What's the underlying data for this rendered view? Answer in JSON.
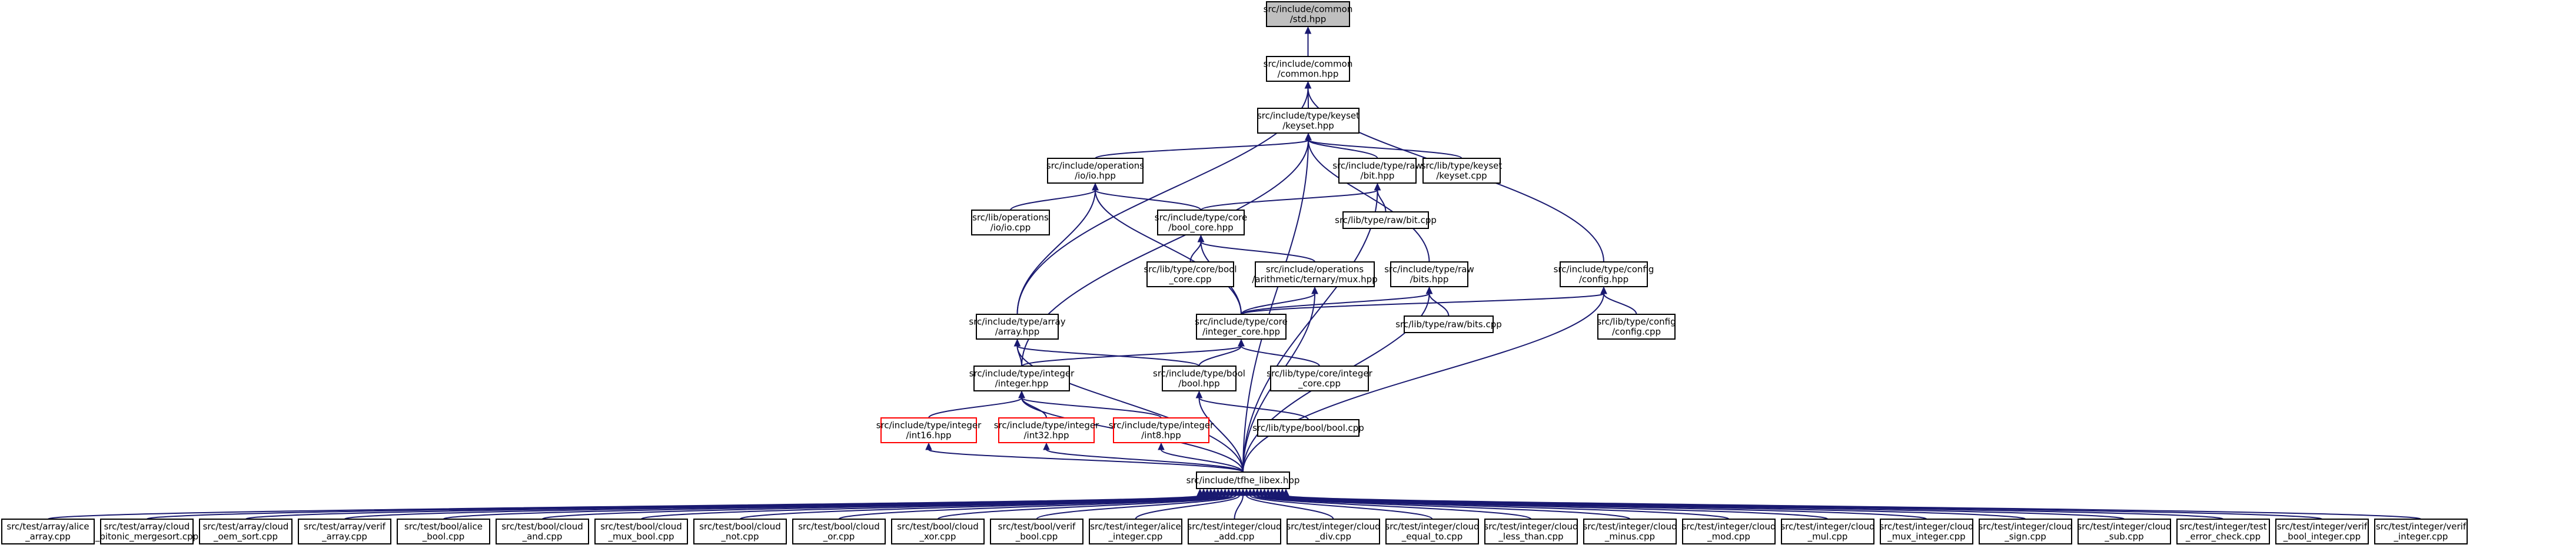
{
  "graph": {
    "colors": {
      "edge": "#191970",
      "root_fill": "#bfbfbf",
      "node_border": "#000000",
      "missing_border": "#ff0000"
    },
    "nodes": [
      {
        "id": "std",
        "lines": [
          "src/include/common",
          "/std.hpp"
        ],
        "style": "root"
      },
      {
        "id": "common",
        "lines": [
          "src/include/common",
          "/common.hpp"
        ]
      },
      {
        "id": "keyset",
        "lines": [
          "src/include/type/keyset",
          "/keyset.hpp"
        ]
      },
      {
        "id": "io",
        "lines": [
          "src/include/operations",
          "/io/io.hpp"
        ]
      },
      {
        "id": "rawbit",
        "lines": [
          "src/include/type/raw",
          "/bit.hpp"
        ]
      },
      {
        "id": "keysetcpp",
        "lines": [
          "src/lib/type/keyset",
          "/keyset.cpp"
        ]
      },
      {
        "id": "iocpp",
        "lines": [
          "src/lib/operations",
          "/io/io.cpp"
        ]
      },
      {
        "id": "boolcore",
        "lines": [
          "src/include/type/core",
          "/bool_core.hpp"
        ]
      },
      {
        "id": "bitcpp",
        "lines": [
          "src/lib/type/raw/bit.cpp"
        ]
      },
      {
        "id": "boolcorecpp",
        "lines": [
          "src/lib/type/core/bool",
          "_core.cpp"
        ]
      },
      {
        "id": "mux",
        "lines": [
          "src/include/operations",
          "/arithmetic/ternary/mux.hpp"
        ]
      },
      {
        "id": "bits",
        "lines": [
          "src/include/type/raw",
          "/bits.hpp"
        ]
      },
      {
        "id": "config",
        "lines": [
          "src/include/type/config",
          "/config.hpp"
        ]
      },
      {
        "id": "array",
        "lines": [
          "src/include/type/array",
          "/array.hpp"
        ]
      },
      {
        "id": "intcore",
        "lines": [
          "src/include/type/core",
          "/integer_core.hpp"
        ]
      },
      {
        "id": "bitscpp",
        "lines": [
          "src/lib/type/raw/bits.cpp"
        ]
      },
      {
        "id": "configcpp",
        "lines": [
          "src/lib/type/config",
          "/config.cpp"
        ]
      },
      {
        "id": "integer",
        "lines": [
          "src/include/type/integer",
          "/integer.hpp"
        ]
      },
      {
        "id": "boolhpp",
        "lines": [
          "src/include/type/bool",
          "/bool.hpp"
        ]
      },
      {
        "id": "intcorecpp",
        "lines": [
          "src/lib/type/core/integer",
          "_core.cpp"
        ]
      },
      {
        "id": "int16",
        "lines": [
          "src/include/type/integer",
          "/int16.hpp"
        ],
        "style": "red"
      },
      {
        "id": "int32",
        "lines": [
          "src/include/type/integer",
          "/int32.hpp"
        ],
        "style": "red"
      },
      {
        "id": "int8",
        "lines": [
          "src/include/type/integer",
          "/int8.hpp"
        ],
        "style": "red"
      },
      {
        "id": "boolcpp",
        "lines": [
          "src/lib/type/bool/bool.cpp"
        ]
      },
      {
        "id": "tfhe",
        "lines": [
          "src/include/tfhe_libex.hpp"
        ]
      },
      {
        "id": "t0",
        "lines": [
          "src/test/array/alice",
          "_array.cpp"
        ]
      },
      {
        "id": "t1",
        "lines": [
          "src/test/array/cloud",
          "_bitonic_mergesort.cpp"
        ]
      },
      {
        "id": "t2",
        "lines": [
          "src/test/array/cloud",
          "_oem_sort.cpp"
        ]
      },
      {
        "id": "t3",
        "lines": [
          "src/test/array/verif",
          "_array.cpp"
        ]
      },
      {
        "id": "t4",
        "lines": [
          "src/test/bool/alice",
          "_bool.cpp"
        ]
      },
      {
        "id": "t5",
        "lines": [
          "src/test/bool/cloud",
          "_and.cpp"
        ]
      },
      {
        "id": "t6",
        "lines": [
          "src/test/bool/cloud",
          "_mux_bool.cpp"
        ]
      },
      {
        "id": "t7",
        "lines": [
          "src/test/bool/cloud",
          "_not.cpp"
        ]
      },
      {
        "id": "t8",
        "lines": [
          "src/test/bool/cloud",
          "_or.cpp"
        ]
      },
      {
        "id": "t9",
        "lines": [
          "src/test/bool/cloud",
          "_xor.cpp"
        ]
      },
      {
        "id": "t10",
        "lines": [
          "src/test/bool/verif",
          "_bool.cpp"
        ]
      },
      {
        "id": "t11",
        "lines": [
          "src/test/integer/alice",
          "_integer.cpp"
        ]
      },
      {
        "id": "t12",
        "lines": [
          "src/test/integer/cloud",
          "_add.cpp"
        ]
      },
      {
        "id": "t13",
        "lines": [
          "src/test/integer/cloud",
          "_div.cpp"
        ]
      },
      {
        "id": "t14",
        "lines": [
          "src/test/integer/cloud",
          "_equal_to.cpp"
        ]
      },
      {
        "id": "t15",
        "lines": [
          "src/test/integer/cloud",
          "_less_than.cpp"
        ]
      },
      {
        "id": "t16",
        "lines": [
          "src/test/integer/cloud",
          "_minus.cpp"
        ]
      },
      {
        "id": "t17",
        "lines": [
          "src/test/integer/cloud",
          "_mod.cpp"
        ]
      },
      {
        "id": "t18",
        "lines": [
          "src/test/integer/cloud",
          "_mul.cpp"
        ]
      },
      {
        "id": "t19",
        "lines": [
          "src/test/integer/cloud",
          "_mux_integer.cpp"
        ]
      },
      {
        "id": "t20",
        "lines": [
          "src/test/integer/cloud",
          "_sign.cpp"
        ]
      },
      {
        "id": "t21",
        "lines": [
          "src/test/integer/cloud",
          "_sub.cpp"
        ]
      },
      {
        "id": "t22",
        "lines": [
          "src/test/integer/test",
          "_error_check.cpp"
        ]
      },
      {
        "id": "t23",
        "lines": [
          "src/test/integer/verif",
          "_bool_integer.cpp"
        ]
      },
      {
        "id": "t24",
        "lines": [
          "src/test/integer/verif",
          "_integer.cpp"
        ]
      }
    ],
    "edges": [
      [
        "common",
        "std"
      ],
      [
        "keyset",
        "common"
      ],
      [
        "config",
        "common"
      ],
      [
        "array",
        "common"
      ],
      [
        "io",
        "keyset"
      ],
      [
        "rawbit",
        "keyset"
      ],
      [
        "keysetcpp",
        "keyset"
      ],
      [
        "bits",
        "keyset"
      ],
      [
        "integer",
        "keyset"
      ],
      [
        "tfhe",
        "keyset"
      ],
      [
        "iocpp",
        "io"
      ],
      [
        "boolcore",
        "io"
      ],
      [
        "array",
        "io"
      ],
      [
        "intcore",
        "io"
      ],
      [
        "bitcpp",
        "rawbit"
      ],
      [
        "boolcore",
        "rawbit"
      ],
      [
        "tfhe",
        "rawbit"
      ],
      [
        "boolcorecpp",
        "boolcore"
      ],
      [
        "mux",
        "boolcore"
      ],
      [
        "intcore",
        "boolcore"
      ],
      [
        "intcore",
        "mux"
      ],
      [
        "tfhe",
        "mux"
      ],
      [
        "intcore",
        "bits"
      ],
      [
        "bitscpp",
        "bits"
      ],
      [
        "tfhe",
        "bits"
      ],
      [
        "intcore",
        "config"
      ],
      [
        "configcpp",
        "config"
      ],
      [
        "tfhe",
        "config"
      ],
      [
        "integer",
        "array"
      ],
      [
        "boolhpp",
        "array"
      ],
      [
        "tfhe",
        "array"
      ],
      [
        "integer",
        "intcore"
      ],
      [
        "boolhpp",
        "intcore"
      ],
      [
        "intcorecpp",
        "intcore"
      ],
      [
        "int16",
        "integer"
      ],
      [
        "int32",
        "integer"
      ],
      [
        "int8",
        "integer"
      ],
      [
        "tfhe",
        "integer"
      ],
      [
        "boolcpp",
        "boolhpp"
      ],
      [
        "tfhe",
        "boolhpp"
      ],
      [
        "tfhe",
        "int16"
      ],
      [
        "tfhe",
        "int32"
      ],
      [
        "tfhe",
        "int8"
      ],
      [
        "t0",
        "tfhe"
      ],
      [
        "t1",
        "tfhe"
      ],
      [
        "t2",
        "tfhe"
      ],
      [
        "t3",
        "tfhe"
      ],
      [
        "t4",
        "tfhe"
      ],
      [
        "t5",
        "tfhe"
      ],
      [
        "t6",
        "tfhe"
      ],
      [
        "t7",
        "tfhe"
      ],
      [
        "t8",
        "tfhe"
      ],
      [
        "t9",
        "tfhe"
      ],
      [
        "t10",
        "tfhe"
      ],
      [
        "t11",
        "tfhe"
      ],
      [
        "t12",
        "tfhe"
      ],
      [
        "t13",
        "tfhe"
      ],
      [
        "t14",
        "tfhe"
      ],
      [
        "t15",
        "tfhe"
      ],
      [
        "t16",
        "tfhe"
      ],
      [
        "t17",
        "tfhe"
      ],
      [
        "t18",
        "tfhe"
      ],
      [
        "t19",
        "tfhe"
      ],
      [
        "t20",
        "tfhe"
      ],
      [
        "t21",
        "tfhe"
      ],
      [
        "t22",
        "tfhe"
      ],
      [
        "t23",
        "tfhe"
      ],
      [
        "t24",
        "tfhe"
      ]
    ]
  }
}
